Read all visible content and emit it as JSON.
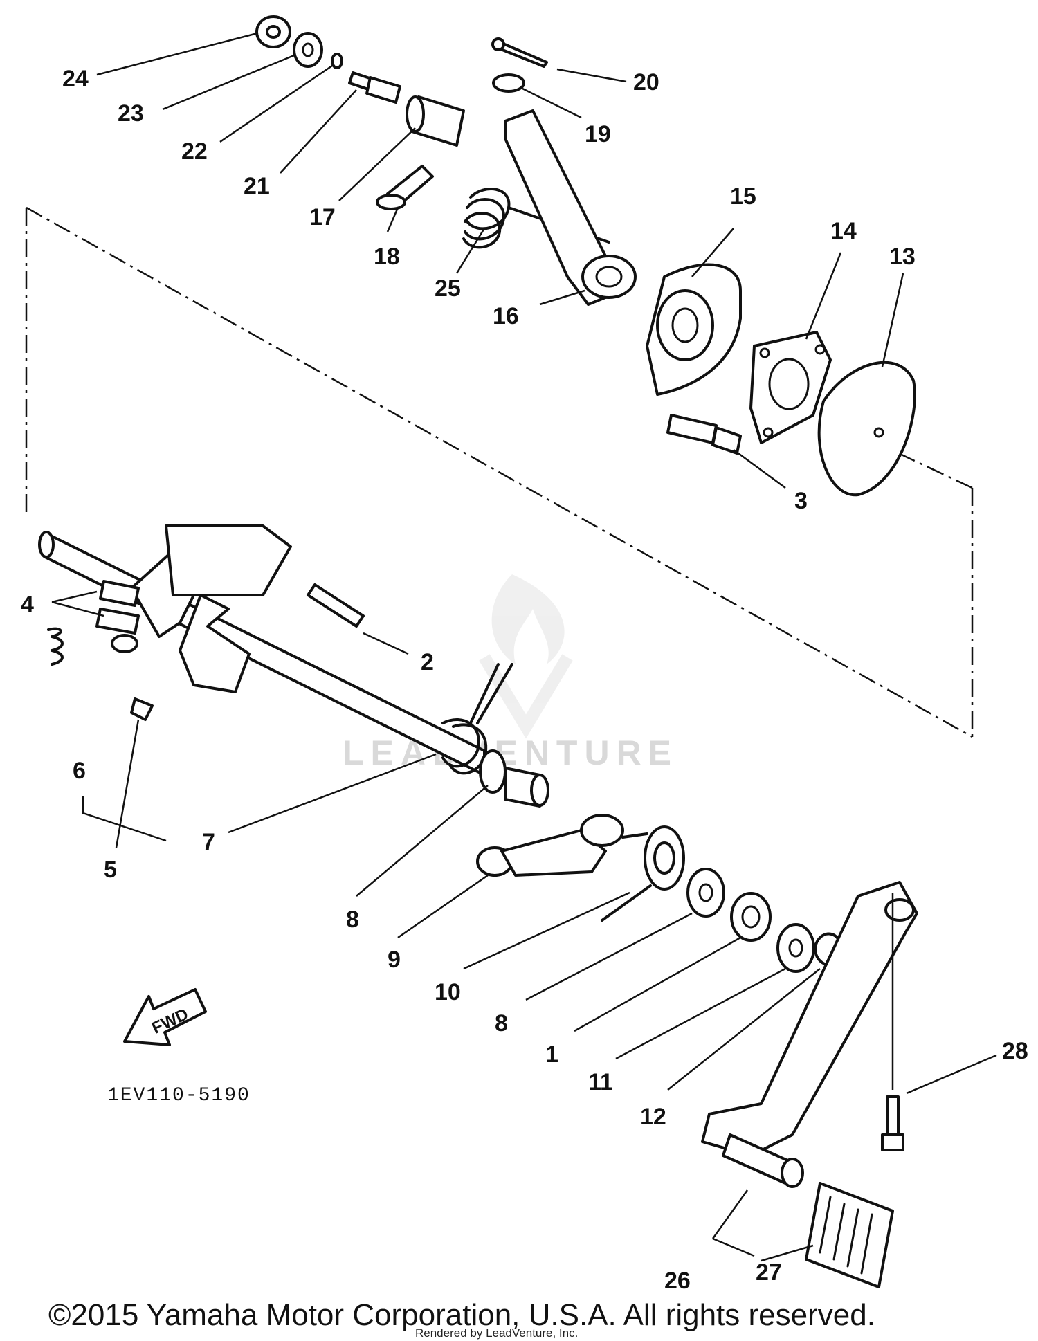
{
  "diagram": {
    "part_code": "1EV110-5190",
    "direction_label": "FWD",
    "copyright": "©2015 Yamaha Motor Corporation, U.S.A. All rights reserved.",
    "rendered_by": "Rendered by LeadVenture, Inc.",
    "watermark": "LEADVENTURE",
    "callouts": [
      {
        "id": "c24",
        "label": "24"
      },
      {
        "id": "c23",
        "label": "23"
      },
      {
        "id": "c22",
        "label": "22"
      },
      {
        "id": "c21",
        "label": "21"
      },
      {
        "id": "c17",
        "label": "17"
      },
      {
        "id": "c18",
        "label": "18"
      },
      {
        "id": "c25",
        "label": "25"
      },
      {
        "id": "c16",
        "label": "16"
      },
      {
        "id": "c20",
        "label": "20"
      },
      {
        "id": "c19",
        "label": "19"
      },
      {
        "id": "c15",
        "label": "15"
      },
      {
        "id": "c14",
        "label": "14"
      },
      {
        "id": "c13",
        "label": "13"
      },
      {
        "id": "c3",
        "label": "3"
      },
      {
        "id": "c4",
        "label": "4"
      },
      {
        "id": "c2",
        "label": "2"
      },
      {
        "id": "c6",
        "label": "6"
      },
      {
        "id": "c7",
        "label": "7"
      },
      {
        "id": "c5",
        "label": "5"
      },
      {
        "id": "c8a",
        "label": "8"
      },
      {
        "id": "c9",
        "label": "9"
      },
      {
        "id": "c10",
        "label": "10"
      },
      {
        "id": "c8b",
        "label": "8"
      },
      {
        "id": "c1",
        "label": "1"
      },
      {
        "id": "c11",
        "label": "11"
      },
      {
        "id": "c12",
        "label": "12"
      },
      {
        "id": "c28",
        "label": "28"
      },
      {
        "id": "c26",
        "label": "26"
      },
      {
        "id": "c27",
        "label": "27"
      }
    ]
  }
}
